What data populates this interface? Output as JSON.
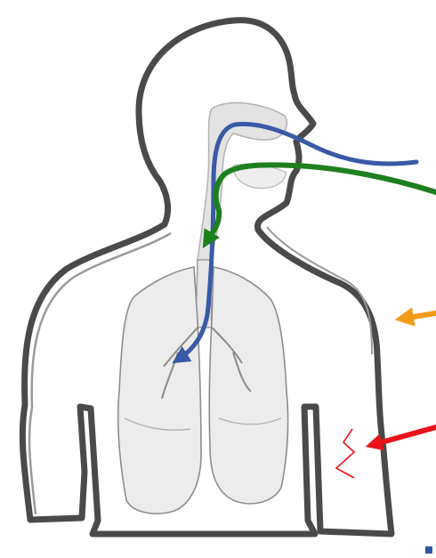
{
  "colors": {
    "background": "#ffffff",
    "body_outline": "#4a4a4a",
    "body_shading": "#9a9a9a",
    "lung_fill": "#ececec",
    "lung_outline": "#8e8e8e",
    "airway_fill": "#e3e3e3",
    "air_flow_blue": "#3a5aa8",
    "food_flow_green": "#1e7f1e",
    "pointer_orange": "#f39a1a",
    "pointer_red": "#e8141a",
    "pain_zigzag_red": "#e8141a",
    "corner_mark_blue": "#2f56a8"
  },
  "diagram": {
    "subject": "human-upper-body-respiratory-system",
    "paths": [
      {
        "name": "air-path",
        "color_key": "air_flow_blue"
      },
      {
        "name": "food-path",
        "color_key": "food_flow_green"
      }
    ],
    "pointers": [
      {
        "name": "orange-pointer-arrow",
        "color_key": "pointer_orange"
      },
      {
        "name": "red-pointer-arrow",
        "color_key": "pointer_red"
      }
    ],
    "icons": [
      "lightning-zigzag-icon",
      "corner-square-mark"
    ]
  }
}
